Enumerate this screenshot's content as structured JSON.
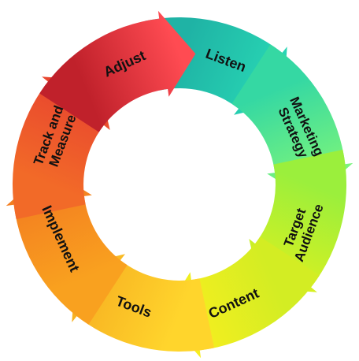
{
  "diagram": {
    "type": "cycle",
    "center_color": "#ffffff",
    "stages": [
      {
        "id": "adjust",
        "lines": [
          "Adjust"
        ],
        "color_start": "#c0212b",
        "color_end": "#ff4b52"
      },
      {
        "id": "listen",
        "lines": [
          "Listen"
        ],
        "color_start": "#1fb3a5",
        "color_end": "#28d6b4"
      },
      {
        "id": "marketing-strategy",
        "lines": [
          "Marketing",
          "Strategy"
        ],
        "color_start": "#35d8a3",
        "color_end": "#7cf57a"
      },
      {
        "id": "target-audience",
        "lines": [
          "Target",
          "Audience"
        ],
        "color_start": "#9bef3c",
        "color_end": "#d8f020"
      },
      {
        "id": "content",
        "lines": [
          "Content"
        ],
        "color_start": "#d3ed23",
        "color_end": "#f8ee1f"
      },
      {
        "id": "tools",
        "lines": [
          "Tools"
        ],
        "color_start": "#ffd52c",
        "color_end": "#f7b122"
      },
      {
        "id": "implement",
        "lines": [
          "Implement"
        ],
        "color_start": "#f9a11f",
        "color_end": "#f37d20"
      },
      {
        "id": "track-and-measure",
        "lines": [
          "Track and",
          "Measure"
        ],
        "color_start": "#f26a28",
        "color_end": "#e8452f"
      }
    ]
  }
}
